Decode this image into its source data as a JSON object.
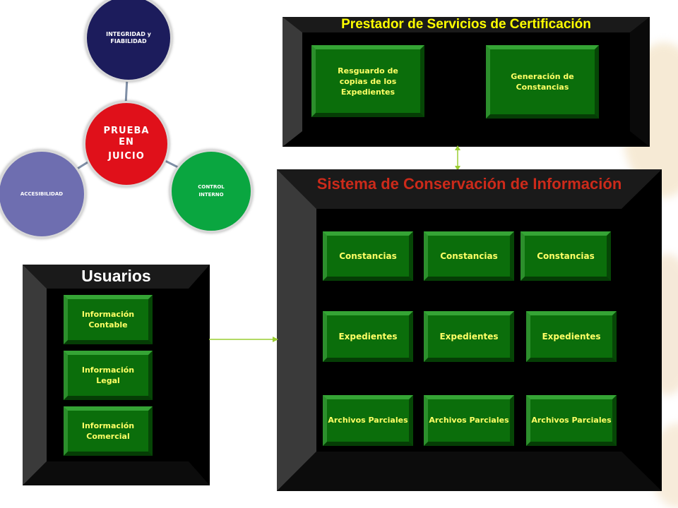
{
  "colors": {
    "panel": "#000000",
    "panel_title_yellow": "#ffff00",
    "panel_title_red": "#cc2a1a",
    "box_green": "#0b6e0b",
    "box_text": "#ffff66",
    "arrow": "#9acd32",
    "circle_center": "#e0101a",
    "circle_top": "#1c1c5c",
    "circle_left": "#6e6eb0",
    "circle_right": "#0aa640"
  },
  "circles": {
    "center": {
      "line1": "PRUEBA",
      "line2": "EN",
      "line3": "JUICIO"
    },
    "top": {
      "line1": "INTEGRIDAD y",
      "line2": "FIABILIDAD"
    },
    "left": {
      "label": "ACCESIBILIDAD"
    },
    "right": {
      "line1": "CONTROL",
      "line2": "INTERNO"
    }
  },
  "prestador": {
    "title": "Prestador de Servicios de Certificación",
    "box1": {
      "line1": "Resguardo de",
      "line2": "copias de los",
      "line3": "Expedientes"
    },
    "box2": {
      "line1": "Generación de",
      "line2": "Constancias"
    }
  },
  "sistema": {
    "title": "Sistema de Conservación de Información",
    "row1": [
      "Constancias",
      "Constancias",
      "Constancias"
    ],
    "row2": [
      "Expedientes",
      "Expedientes",
      "Expedientes"
    ],
    "row3": [
      "Archivos Parciales",
      "Archivos Parciales",
      "Archivos Parciales"
    ]
  },
  "usuarios": {
    "title": "Usuarios",
    "items": [
      {
        "line1": "Información",
        "line2": "Contable"
      },
      {
        "line1": "Información",
        "line2": "Legal"
      },
      {
        "line1": "Información",
        "line2": "Comercial"
      }
    ]
  }
}
